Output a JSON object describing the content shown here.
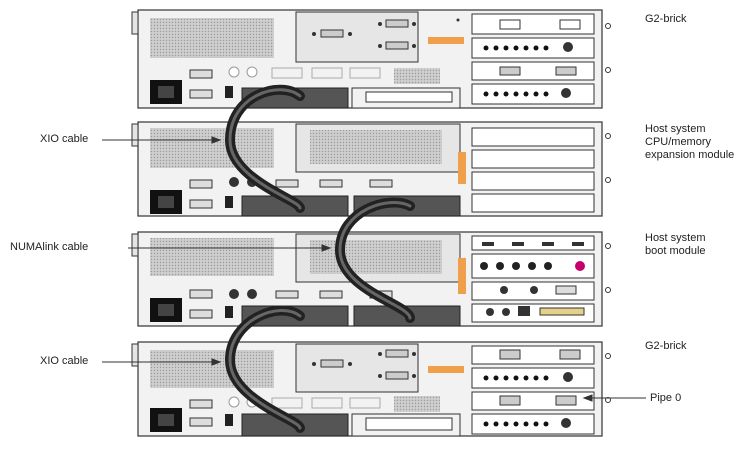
{
  "labels": {
    "left": {
      "xio_cable_top": "XIO cable",
      "numalink_cable": "NUMAlink cable",
      "xio_cable_bottom": "XIO cable"
    },
    "right": {
      "g2_brick_top": "G2-brick",
      "host_cpu_line1": "Host system",
      "host_cpu_line2": "CPU/memory",
      "host_cpu_line3": "expansion module",
      "host_boot_line1": "Host system",
      "host_boot_line2": "boot module",
      "g2_brick_bottom": "G2-brick",
      "pipe0": "Pipe 0"
    }
  },
  "colors": {
    "chassis": "#f2f2f2",
    "outline": "#333333",
    "vent": "#bdbdbd",
    "cable": "#333333",
    "accent_orange": "#f0a04a",
    "power_socket": "#111111",
    "magenta_port": "#c4006e"
  }
}
